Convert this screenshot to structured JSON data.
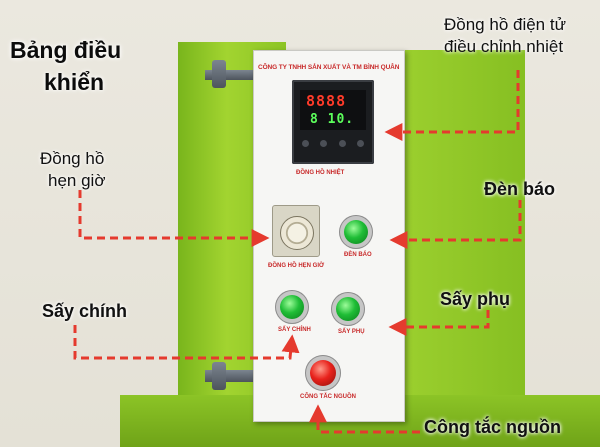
{
  "title": {
    "line1": "Bảng điều",
    "line2": "khiển"
  },
  "panel": {
    "brand": "CÔNG TY TNHH SẢN XUẤT VÀ TM BÌNH QUÂN",
    "thermo_display_top": "8888",
    "thermo_display_bottom": "8 10.",
    "thermo_label": "ĐỒNG HỒ NHIỆT",
    "timer_label": "ĐỒNG HỒ HẸN GIỜ",
    "lamp_label": "ĐÈN BÁO",
    "main_dry_label": "SẤY CHÍNH",
    "aux_dry_label": "SẤY PHỤ",
    "power_label": "CÔNG TẮC NGUỒN"
  },
  "callouts": {
    "thermostat_line1": "Đồng hồ điện tử",
    "thermostat_line2": "điều chỉnh nhiệt",
    "timer_line1": "Đồng hồ",
    "timer_line2": "hẹn giờ",
    "indicator": "Đèn báo",
    "main_dryer": "Sấy chính",
    "aux_dryer": "Sấy phụ",
    "power_switch": "Công tắc nguồn"
  },
  "colors": {
    "arrow": "#e53a2e",
    "panel_text": "#c82a2a",
    "machine_green": "#8cc424"
  }
}
